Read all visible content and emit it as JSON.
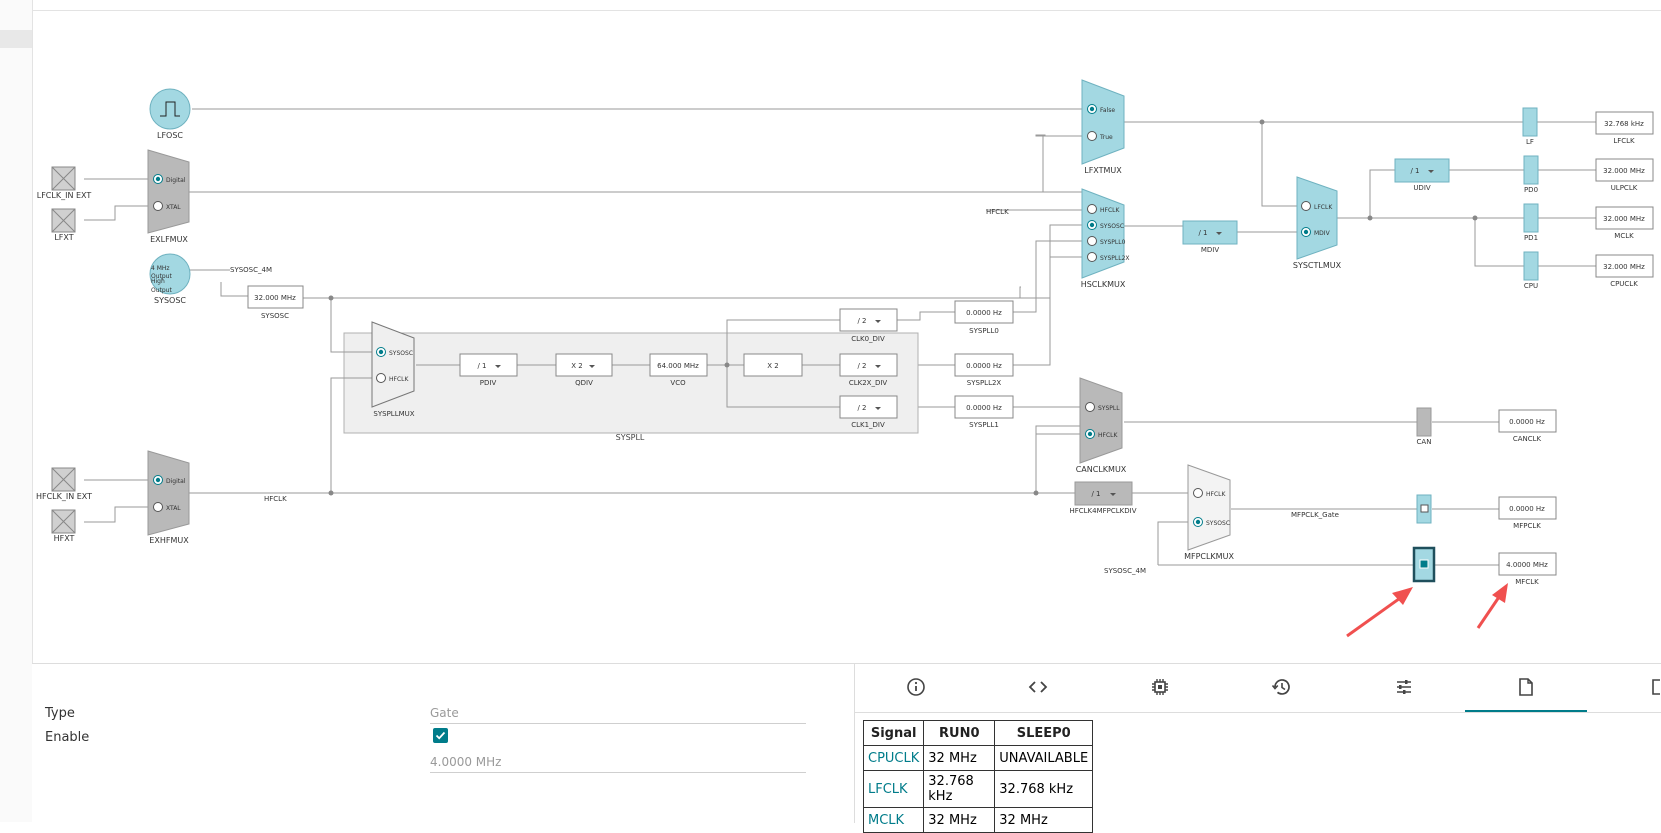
{
  "diagram": {
    "oscillators": {
      "lfosc": "LFOSC",
      "sysosc": "SYSOSC",
      "sysosc_hint1": "4 MHz",
      "sysosc_hint2": "Output",
      "sysosc_hint3": "High",
      "sysosc_hint4": "Output"
    },
    "inputs": {
      "lfclk_in_ext": "LFCLK_IN EXT",
      "lfxt": "LFXT",
      "hfclk_in_ext": "HFCLK_IN EXT",
      "hfxt": "HFXT"
    },
    "muxes": {
      "exlfmux": {
        "label": "EXLFMUX",
        "opt1": "Digital",
        "opt2": "XTAL"
      },
      "exhfmux": {
        "label": "EXHFMUX",
        "opt1": "Digital",
        "opt2": "XTAL"
      },
      "lfxtmux": {
        "label": "LFXTMUX",
        "opt1": "False",
        "opt2": "True"
      },
      "hsclkmux": {
        "label": "HSCLKMUX",
        "opt1": "HFCLK",
        "opt2": "SYSOSC",
        "opt3": "SYSPLL0",
        "opt4": "SYSPLL2X"
      },
      "sysctlmux": {
        "label": "SYSCTLMUX",
        "opt1": "LFCLK",
        "opt2": "MDIV"
      },
      "syspllmux": {
        "label": "SYSPLLMUX",
        "opt1": "SYSOSC",
        "opt2": "HFCLK"
      },
      "canclkmux": {
        "label": "CANCLKMUX",
        "opt1": "SYSPLL",
        "opt2": "HFCLK"
      },
      "mfpclkmux": {
        "label": "MFPCLKMUX",
        "opt1": "HFCLK",
        "opt2": "SYSOSC"
      }
    },
    "signals": {
      "sysosc_4m": "SYSOSC_4M",
      "sysosc_4m_2": "SYSOSC_4M",
      "hfclk_left": "HFCLK",
      "hfclk_right": "HFCLK",
      "mfpclk_gate": "MFPCLK_Gate"
    },
    "values": {
      "sysosc_freq": "32.000 MHz",
      "sysosc_freq_label": "SYSOSC",
      "vco_freq": "64.000 MHz",
      "vco_label": "VCO",
      "syspll0": "0.0000 Hz",
      "syspll0_label": "SYSPLL0",
      "syspll2x": "0.0000 Hz",
      "syspll2x_label": "SYSPLL2X",
      "syspll1": "0.0000 Hz",
      "syspll1_label": "SYSPLL1",
      "lfclk": "32.768 kHz",
      "lfclk_label": "LFCLK",
      "ulpclk": "32.000 MHz",
      "ulpclk_label": "ULPCLK",
      "mclk": "32.000 MHz",
      "mclk_label": "MCLK",
      "cpuclk": "32.000 MHz",
      "cpuclk_label": "CPUCLK",
      "canclk": "0.0000 Hz",
      "canclk_label": "CANCLK",
      "mfpclk": "0.0000 Hz",
      "mfpclk_label": "MFPCLK",
      "mfclk": "4.0000 MHz",
      "mfclk_label": "MFCLK"
    },
    "dividers": {
      "pdiv": "/ 1",
      "pdiv_label": "PDIV",
      "qdiv": "X 2",
      "qdiv_label": "QDIV",
      "x2": "X 2",
      "clk0": "/ 2",
      "clk0_label": "CLK0_DIV",
      "clk2x": "/ 2",
      "clk2x_label": "CLK2X_DIV",
      "clk1": "/ 2",
      "clk1_label": "CLK1_DIV",
      "mdiv": "/ 1",
      "mdiv_label": "MDIV",
      "udiv": "/ 1",
      "udiv_label": "UDIV",
      "hfclk4": "/ 1",
      "hfclk4_label": "HFCLK4MFPCLKDIV"
    },
    "gates": {
      "lf": "LF",
      "pd0": "PD0",
      "pd1": "PD1",
      "cpu": "CPU",
      "can": "CAN"
    },
    "syspll_group": "SYSPLL"
  },
  "properties": {
    "type_label": "Type",
    "type_value": "Gate",
    "enable_label": "Enable",
    "enable_checked": true,
    "freq_value": "4.0000 MHz"
  },
  "tabs": [
    {
      "icon": "info-icon",
      "active": false
    },
    {
      "icon": "code-icon",
      "active": false
    },
    {
      "icon": "chip-icon",
      "active": false
    },
    {
      "icon": "history-icon",
      "active": false
    },
    {
      "icon": "sliders-icon",
      "active": false
    },
    {
      "icon": "document-icon",
      "active": true
    }
  ],
  "signal_table": {
    "headers": [
      "Signal",
      "RUN0",
      "SLEEP0"
    ],
    "rows": [
      [
        "CPUCLK",
        "32 MHz",
        "UNAVAILABLE"
      ],
      [
        "LFCLK",
        "32.768 kHz",
        "32.768 kHz"
      ],
      [
        "MCLK",
        "32 MHz",
        "32 MHz"
      ]
    ]
  },
  "colors": {
    "accent": "#007c8a",
    "block_blue": "#a3d8e2",
    "block_gray": "#b9b9b9",
    "annotation_red": "#f0504f"
  }
}
